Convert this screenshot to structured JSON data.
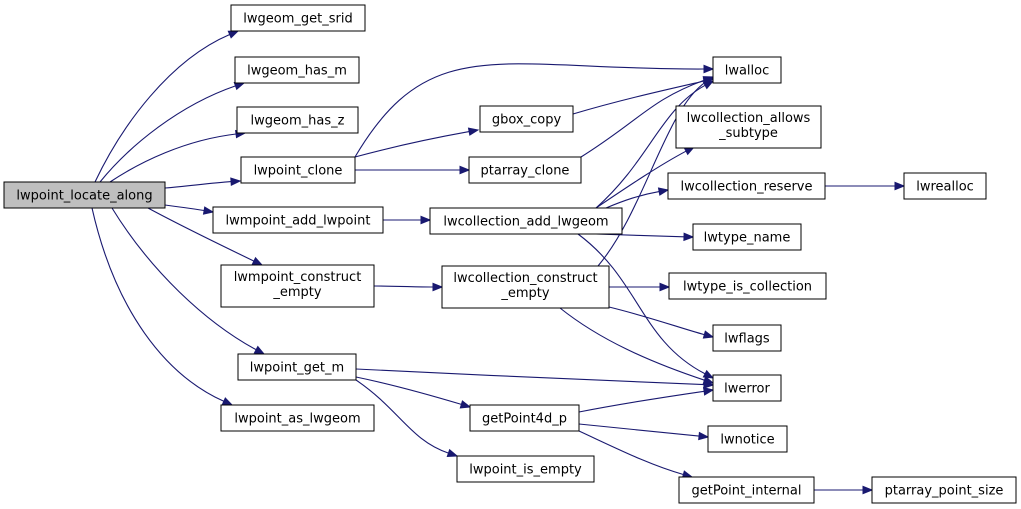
{
  "diagram": {
    "kind": "call-graph",
    "colors": {
      "edge": "#191970",
      "node_border": "#000000",
      "node_fill": "#ffffff",
      "root_fill": "#bfbfbf",
      "text": "#000000"
    },
    "nodes": {
      "lwpoint_locate_along": "lwpoint_locate_along",
      "lwgeom_get_srid": "lwgeom_get_srid",
      "lwgeom_has_m": "lwgeom_has_m",
      "lwgeom_has_z": "lwgeom_has_z",
      "lwpoint_clone": "lwpoint_clone",
      "lwmpoint_add_lwpoint": "lwmpoint_add_lwpoint",
      "lwmpoint_construct_empty": [
        "lwmpoint_construct",
        "_empty"
      ],
      "lwpoint_get_m": "lwpoint_get_m",
      "lwpoint_as_lwgeom": "lwpoint_as_lwgeom",
      "gbox_copy": "gbox_copy",
      "ptarray_clone": "ptarray_clone",
      "lwcollection_add_lwgeom": "lwcollection_add_lwgeom",
      "lwcollection_construct_empty": [
        "lwcollection_construct",
        "_empty"
      ],
      "getPoint4d_p": "getPoint4d_p",
      "lwpoint_is_empty": "lwpoint_is_empty",
      "lwalloc": "lwalloc",
      "lwcollection_allows_subtype": [
        "lwcollection_allows",
        "_subtype"
      ],
      "lwcollection_reserve": "lwcollection_reserve",
      "lwtype_name": "lwtype_name",
      "lwtype_is_collection": "lwtype_is_collection",
      "lwflags": "lwflags",
      "lwerror": "lwerror",
      "lwnotice": "lwnotice",
      "getPoint_internal": "getPoint_internal",
      "lwrealloc": "lwrealloc",
      "ptarray_point_size": "ptarray_point_size"
    },
    "edges": [
      [
        "lwpoint_locate_along",
        "lwgeom_get_srid"
      ],
      [
        "lwpoint_locate_along",
        "lwgeom_has_m"
      ],
      [
        "lwpoint_locate_along",
        "lwgeom_has_z"
      ],
      [
        "lwpoint_locate_along",
        "lwpoint_clone"
      ],
      [
        "lwpoint_locate_along",
        "lwmpoint_add_lwpoint"
      ],
      [
        "lwpoint_locate_along",
        "lwmpoint_construct_empty"
      ],
      [
        "lwpoint_locate_along",
        "lwpoint_get_m"
      ],
      [
        "lwpoint_locate_along",
        "lwpoint_as_lwgeom"
      ],
      [
        "lwpoint_clone",
        "lwalloc"
      ],
      [
        "lwpoint_clone",
        "gbox_copy"
      ],
      [
        "lwpoint_clone",
        "ptarray_clone"
      ],
      [
        "gbox_copy",
        "lwalloc"
      ],
      [
        "ptarray_clone",
        "lwalloc"
      ],
      [
        "lwmpoint_add_lwpoint",
        "lwcollection_add_lwgeom"
      ],
      [
        "lwmpoint_construct_empty",
        "lwcollection_construct_empty"
      ],
      [
        "lwcollection_add_lwgeom",
        "lwalloc"
      ],
      [
        "lwcollection_add_lwgeom",
        "lwcollection_allows_subtype"
      ],
      [
        "lwcollection_add_lwgeom",
        "lwcollection_reserve"
      ],
      [
        "lwcollection_add_lwgeom",
        "lwtype_name"
      ],
      [
        "lwcollection_add_lwgeom",
        "lwerror"
      ],
      [
        "lwcollection_reserve",
        "lwrealloc"
      ],
      [
        "lwcollection_construct_empty",
        "lwalloc"
      ],
      [
        "lwcollection_construct_empty",
        "lwtype_is_collection"
      ],
      [
        "lwcollection_construct_empty",
        "lwflags"
      ],
      [
        "lwcollection_construct_empty",
        "lwerror"
      ],
      [
        "lwpoint_get_m",
        "lwerror"
      ],
      [
        "lwpoint_get_m",
        "getPoint4d_p"
      ],
      [
        "lwpoint_get_m",
        "lwpoint_is_empty"
      ],
      [
        "getPoint4d_p",
        "lwerror"
      ],
      [
        "getPoint4d_p",
        "lwnotice"
      ],
      [
        "getPoint4d_p",
        "getPoint_internal"
      ],
      [
        "getPoint_internal",
        "ptarray_point_size"
      ]
    ]
  }
}
